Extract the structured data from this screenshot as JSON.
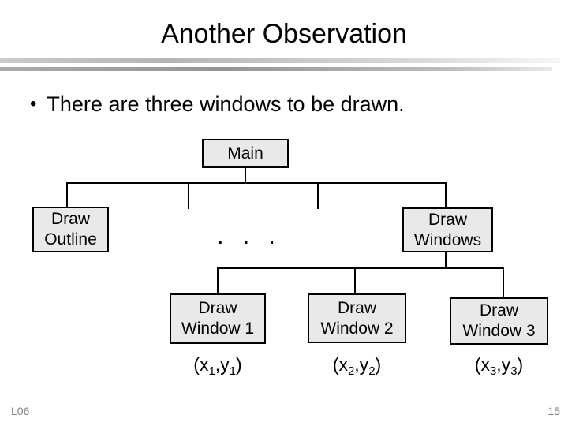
{
  "slide": {
    "title": "Another Observation",
    "bullet_marker": "•",
    "bullet_text": "There are three windows to be drawn.",
    "footer_left": "L06",
    "page_number": "15"
  },
  "colors": {
    "box_fill": "#e9e9e9",
    "box_border": "#000000",
    "divider_light": "#c9c9cb",
    "divider_dark": "#949497",
    "footer_text": "#7f7f86"
  },
  "diagram": {
    "main_label": "Main",
    "ellipsis": ". . .",
    "draw_outline": {
      "line1": "Draw",
      "line2": "Outline"
    },
    "draw_windows": {
      "line1": "Draw",
      "line2": "Windows"
    },
    "windows": [
      {
        "line1": "Draw",
        "line2": "Window 1",
        "coord_open": "(x",
        "coord_sub_x": "1",
        "coord_comma": ",y",
        "coord_sub_y": "1",
        "coord_close": ")"
      },
      {
        "line1": "Draw",
        "line2": "Window 2",
        "coord_open": "(x",
        "coord_sub_x": "2",
        "coord_comma": ",y",
        "coord_sub_y": "2",
        "coord_close": ")"
      },
      {
        "line1": "Draw",
        "line2": "Window 3",
        "coord_open": "(x",
        "coord_sub_x": "3",
        "coord_comma": ",y",
        "coord_sub_y": "3",
        "coord_close": ")"
      }
    ]
  }
}
